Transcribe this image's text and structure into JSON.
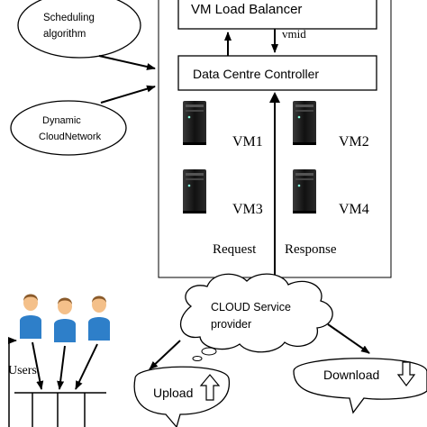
{
  "nodes": {
    "scheduling_algorithm": {
      "line1": "Scheduling",
      "line2": "algorithm"
    },
    "dynamic_cloud_network": {
      "line1": "Dynamic",
      "line2": "CloudNetwork"
    },
    "vm_load_balancer": {
      "label": "VM Load Balancer"
    },
    "vmid_label": {
      "label": "vmid"
    },
    "data_centre_controller": {
      "label": "Data Centre Controller"
    },
    "vms": [
      {
        "label": "VM1"
      },
      {
        "label": "VM2"
      },
      {
        "label": "VM3"
      },
      {
        "label": "VM4"
      }
    ],
    "request_label": {
      "label": "Request"
    },
    "response_label": {
      "label": "Response"
    },
    "cloud_service_provider": {
      "line1": "CLOUD Service",
      "line2": "provider"
    },
    "users_label": {
      "label": "Users"
    },
    "upload": {
      "label": "Upload"
    },
    "download": {
      "label": "Download"
    }
  },
  "colors": {
    "line": "#000000",
    "user_blue": "#2e7fc9",
    "user_skin": "#f4c08a",
    "server_dark": "#1c1c1c"
  }
}
